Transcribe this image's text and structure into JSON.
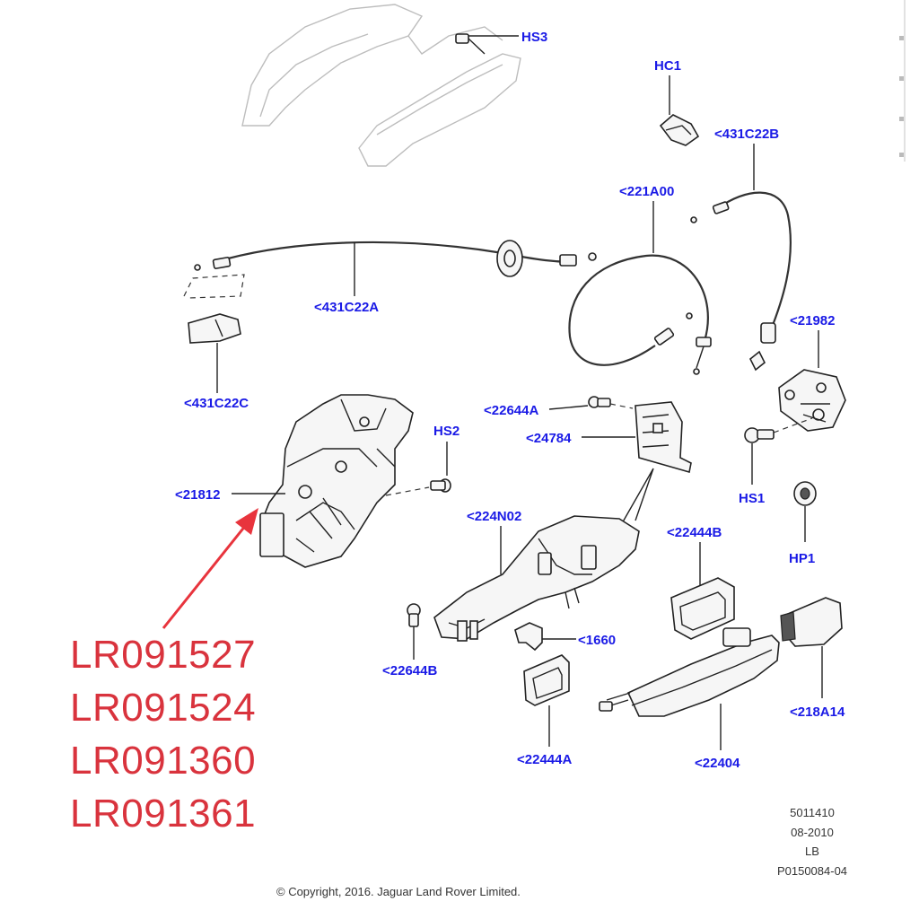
{
  "callouts": {
    "hs3": "HS3",
    "hc1": "HC1",
    "c431c22b": "<431C22B",
    "c221a00": "<221A00",
    "c431c22a": "<431C22A",
    "c21982": "<21982",
    "c431c22c": "<431C22C",
    "c22644a": "<22644A",
    "c24784": "<24784",
    "hs2": "HS2",
    "c21812": "<21812",
    "hs1": "HS1",
    "c224n02": "<224N02",
    "c22444b": "<22444B",
    "hp1": "HP1",
    "c1660": "<1660",
    "c22644b": "<22644B",
    "c218a14": "<218A14",
    "c22444a": "<22444A",
    "c22404": "<22404"
  },
  "part_numbers": [
    "LR091527",
    "LR091524",
    "LR091360",
    "LR091361"
  ],
  "meta": {
    "line1": "5011410",
    "line2": "08-2010",
    "line3": "LB",
    "line4": "P0150084-04"
  },
  "copyright": "© Copyright, 2016. Jaguar Land Rover Limited.",
  "colors": {
    "callout": "#1a1ae6",
    "part_number_text": "#d9333d",
    "arrow": "#e8343d"
  }
}
